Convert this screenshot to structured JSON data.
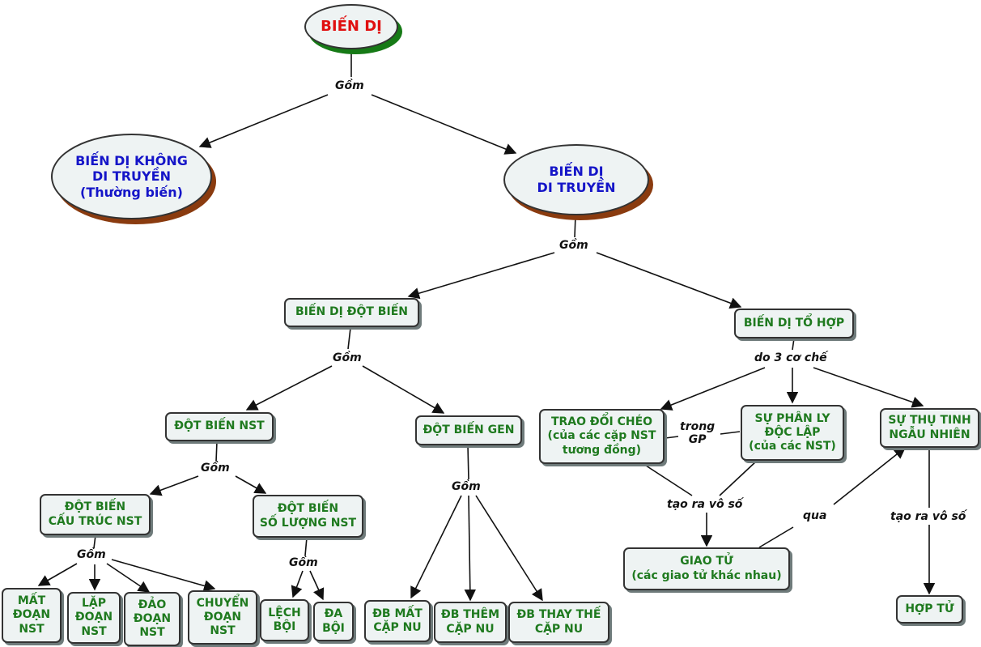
{
  "nodes": {
    "bien_di": "BIẾN DỊ",
    "khong_di_truyen": "BIẾN DỊ KHÔNG\nDI TRUYỀN\n(Thường biến)",
    "di_truyen": "BIẾN DỊ\nDI TRUYỀN",
    "dot_bien": "BIẾN DỊ ĐỘT BIẾN",
    "to_hop": "BIẾN DỊ TỔ HỢP",
    "dot_bien_nst": "ĐỘT BIẾN NST",
    "dot_bien_gen": "ĐỘT BIẾN GEN",
    "cau_truc_nst": "ĐỘT BIẾN\nCẤU TRÚC NST",
    "so_luong_nst": "ĐỘT BIẾN\nSỐ LƯỢNG NST",
    "mat_doan": "MẤT\nĐOẠN\nNST",
    "lap_doan": "LẶP\nĐOẠN\nNST",
    "dao_doan": "ĐẢO\nĐOẠN\nNST",
    "chuyen_doan": "CHUYỂN\nĐOẠN\nNST",
    "lech_boi": "LỆCH\nBỘI",
    "da_boi": "ĐA\nBỘI",
    "db_mat": "ĐB MẤT\nCẶP NU",
    "db_them": "ĐB THÊM\nCẶP NU",
    "db_thay_the": "ĐB THAY THẾ\nCẶP NU",
    "trao_doi_cheo": "TRAO ĐỔI CHÉO\n(của các cặp NST\ntương đồng)",
    "phan_ly": "SỰ PHÂN LY\nĐỘC LẬP\n(của các NST)",
    "thu_tinh": "SỰ THỤ TINH\nNGẪU NHIÊN",
    "giao_tu": "GIAO TỬ\n(các giao tử khác nhau)",
    "hop_tu": "HỢP TỬ"
  },
  "labels": {
    "gom1": "Gồm",
    "gom2": "Gồm",
    "gom3": "Gồm",
    "gom4": "Gồm",
    "gom5": "Gồm",
    "gom6": "Gồm",
    "gom7": "Gồm",
    "do3": "do 3 cơ chế",
    "trong_gp": "trong\nGP",
    "tao_ra1": "tạo ra vô số",
    "qua": "qua",
    "tao_ra2": "tạo ra vô số"
  },
  "colors": {
    "title_text": "#e01010",
    "ellipse_text": "#1515c8",
    "box_text": "#1f7a1f",
    "node_fill": "#eef3f3",
    "ellipse_shadow_brown": "#8a3b0f",
    "ellipse_shadow_green": "#167a16"
  }
}
